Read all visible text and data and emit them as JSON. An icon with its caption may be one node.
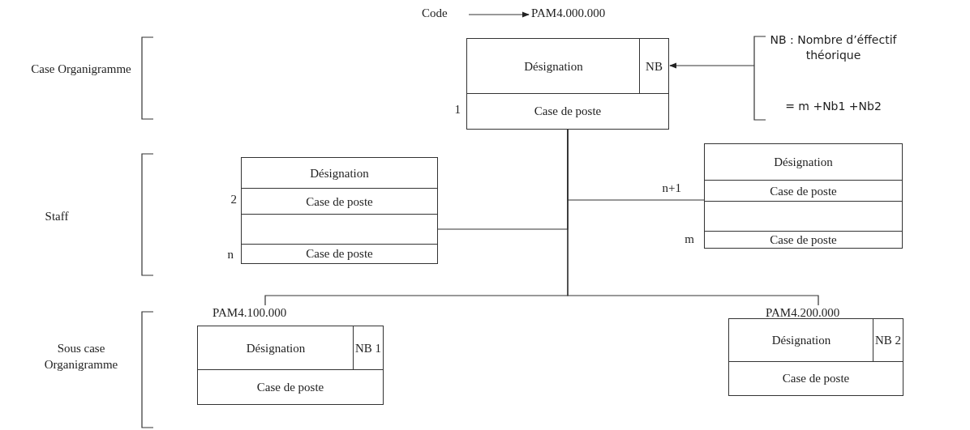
{
  "diagram": {
    "nodes": [
      {
        "text": [
          "Code"
        ]
      },
      {
        "text": [
          "PAM4.000.000"
        ]
      },
      {
        "text": [],
        "shape": "box"
      },
      {
        "text": [
          "Désignation"
        ],
        "in": 2
      },
      {
        "text": [
          "NB"
        ],
        "in": 2
      },
      {
        "text": [
          "Case de poste"
        ],
        "in": 2,
        "beside": [
          "1"
        ]
      },
      {
        "text": [
          "NB : Nombre d’éffectif théorique",
          "= m +Nb1 +Nb2"
        ]
      },
      {
        "text": [],
        "shape": "box"
      },
      {
        "text": [
          "Désignation"
        ],
        "in": 7
      },
      {
        "text": [
          "Case de poste"
        ],
        "in": 7,
        "beside": [
          "2"
        ]
      },
      {
        "text": [],
        "shape": "box",
        "in": 7
      },
      {
        "text": [
          "Case de poste"
        ],
        "in": 7,
        "beside": [
          "n"
        ]
      },
      {
        "text": [],
        "shape": "box"
      },
      {
        "text": [
          "Désignation"
        ],
        "in": 12
      },
      {
        "text": [
          "Case de poste"
        ],
        "in": 12,
        "beside": [
          "n+1"
        ]
      },
      {
        "text": [],
        "shape": "box",
        "in": 12
      },
      {
        "text": [
          "Case de poste"
        ],
        "in": 12,
        "beside": [
          "m"
        ]
      },
      {
        "text": [
          "PAM4.100.000"
        ]
      },
      {
        "text": [],
        "shape": "box"
      },
      {
        "text": [
          "Désignation"
        ],
        "in": 18
      },
      {
        "text": [
          "NB 1"
        ],
        "in": 18
      },
      {
        "text": [
          "Case de poste"
        ],
        "in": 18
      },
      {
        "text": [
          "PAM4.200.000"
        ]
      },
      {
        "text": [],
        "shape": "box"
      },
      {
        "text": [
          "Désignation"
        ],
        "in": 23
      },
      {
        "text": [
          "NB 2"
        ],
        "in": 23
      },
      {
        "text": [
          "Case de poste"
        ],
        "in": 23
      }
    ],
    "edges": [
      {
        "from": 0,
        "to": 1,
        "arrow": "to"
      },
      {
        "from": 6,
        "to": 4,
        "arrow": "to"
      },
      {
        "from": 2,
        "to": 7,
        "arrow": "none"
      },
      {
        "from": 2,
        "to": 12,
        "arrow": "none"
      },
      {
        "from": 2,
        "to": 17,
        "arrow": "none"
      },
      {
        "from": 2,
        "to": 22,
        "arrow": "none"
      }
    ],
    "labels": [
      "Case Organigramme",
      "Staff",
      "Sous case Organigramme"
    ]
  }
}
